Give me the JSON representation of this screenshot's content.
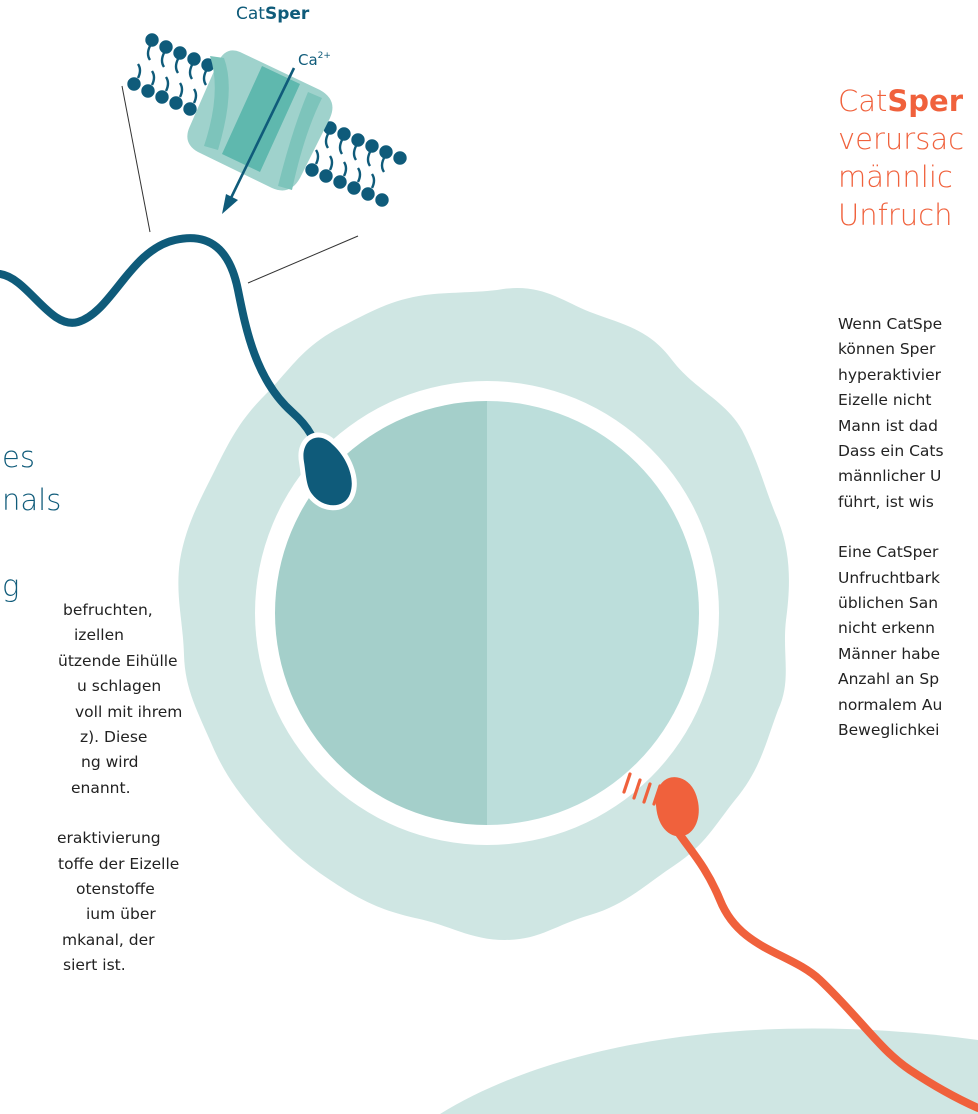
{
  "diagram": {
    "channel_label": {
      "prefix": "Cat",
      "bold": "Sper"
    },
    "ion_label": {
      "base": "Ca",
      "charge": "2+"
    },
    "colors": {
      "teal_dark": "#0f5b7a",
      "teal_light": "#cfe6e3",
      "egg_inner": "#b8dcd8",
      "egg_inner_dark": "#9dcbc6",
      "coral": "#f0613c"
    }
  },
  "left_panel": {
    "heading_lines": [
      "es",
      "nals",
      "",
      "g"
    ],
    "paragraph1": [
      "befruchten,",
      "izellen",
      "ützende Eihülle",
      "u schlagen",
      "voll mit ihrem",
      "z). Diese",
      "ng wird",
      "enannt."
    ],
    "paragraph2": [
      "eraktivierung",
      "toffe der Eizelle",
      "otenstoffe",
      "ium über",
      "mkanal, der",
      "siert ist."
    ]
  },
  "right_panel": {
    "heading": {
      "prefix": "Cat",
      "bold": "Sper",
      "lines": [
        "verursac",
        "männlic",
        "Unfruch"
      ]
    },
    "paragraph1": [
      "Wenn CatSpe",
      "können Sper",
      "hyperaktivier",
      "Eizelle nicht",
      "Mann ist dad",
      "Dass ein Cats",
      "männlicher U",
      "führt, ist wis"
    ],
    "paragraph2": [
      "Eine CatSper",
      "Unfruchtbark",
      "üblichen San",
      "nicht erkenn",
      "Männer habe",
      "Anzahl an Sp",
      "normalem Au",
      "Beweglichkei"
    ]
  }
}
